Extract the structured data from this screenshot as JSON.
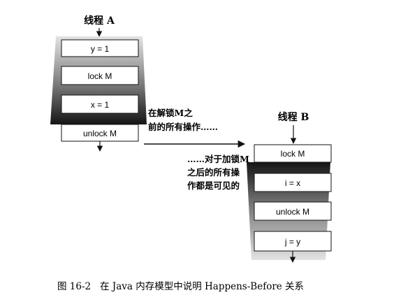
{
  "thread_a": {
    "title": "线程 A",
    "steps": [
      "y = 1",
      "lock M",
      "x = 1",
      "unlock M"
    ]
  },
  "thread_b": {
    "title": "线程 B",
    "steps": [
      "lock M",
      "i = x",
      "unlock M",
      "j = y"
    ]
  },
  "note_release": [
    "在解锁M之",
    "前的所有操作……"
  ],
  "note_acquire": [
    "……对于加锁M",
    "之后的所有操",
    "作都是可见的"
  ],
  "caption": "图 16-2   在 Java 内存模型中说明 Happens-Before 关系",
  "colors": {
    "band_dark": "#1a1a1a",
    "band_mid": "#6e6e6e",
    "band_light": "#d9d9d9",
    "box_fill": "#ffffff",
    "stroke": "#111111"
  }
}
